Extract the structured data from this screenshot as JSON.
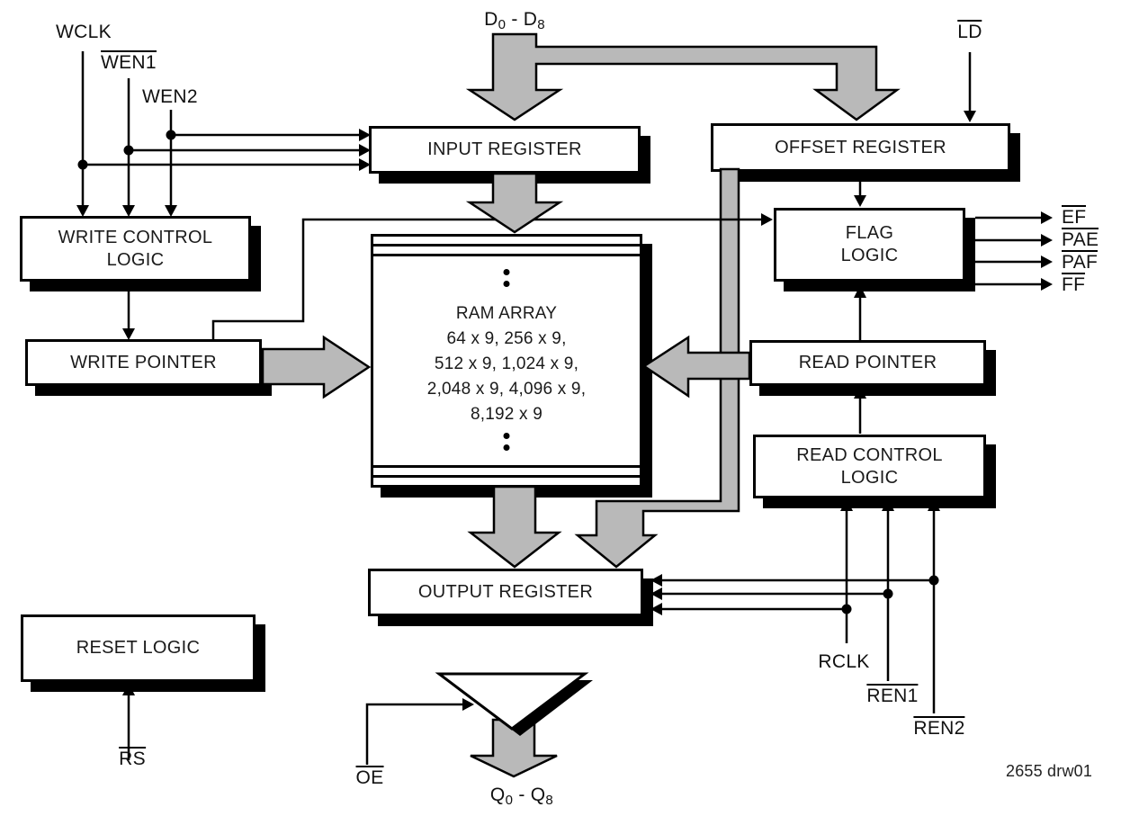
{
  "diagram": {
    "caption": "2655 drw01",
    "colors": {
      "background": "#ffffff",
      "line": "#000000",
      "box_fill": "#ffffff",
      "box_border": "#000000",
      "shadow": "#000000",
      "bus_arrow_fill": "#b9b9b9",
      "text": "#1a1a1a"
    },
    "blocks": {
      "input_register": {
        "label": "INPUT REGISTER"
      },
      "offset_register": {
        "label": "OFFSET REGISTER"
      },
      "write_control_logic": {
        "line1": "WRITE CONTROL",
        "line2": "LOGIC"
      },
      "write_pointer": {
        "label": "WRITE POINTER"
      },
      "ram_array": {
        "title": "RAM ARRAY",
        "sizes": [
          "64 x 9, 256 x 9,",
          "512 x 9, 1,024 x 9,",
          "2,048 x 9, 4,096 x 9,",
          "8,192 x 9"
        ]
      },
      "flag_logic": {
        "line1": "FLAG",
        "line2": "LOGIC"
      },
      "read_pointer": {
        "label": "READ POINTER"
      },
      "read_control_logic": {
        "line1": "READ CONTROL",
        "line2": "LOGIC"
      },
      "output_register": {
        "label": "OUTPUT REGISTER"
      },
      "reset_logic": {
        "label": "RESET LOGIC"
      }
    },
    "signals": {
      "wclk": "WCLK",
      "wen1": "WEN1",
      "wen2": "WEN2",
      "ld": "LD",
      "ef": "EF",
      "pae": "PAE",
      "paf": "PAF",
      "ff": "FF",
      "rclk": "RCLK",
      "ren1": "REN1",
      "ren2": "REN2",
      "rs": "RS",
      "oe": "OE",
      "data_in": {
        "prefix": "D",
        "start_sub": "0",
        "middle": " - D",
        "end_sub": "8"
      },
      "data_out": {
        "prefix": "Q",
        "start_sub": "0",
        "middle": " - Q",
        "end_sub": "8"
      }
    }
  }
}
